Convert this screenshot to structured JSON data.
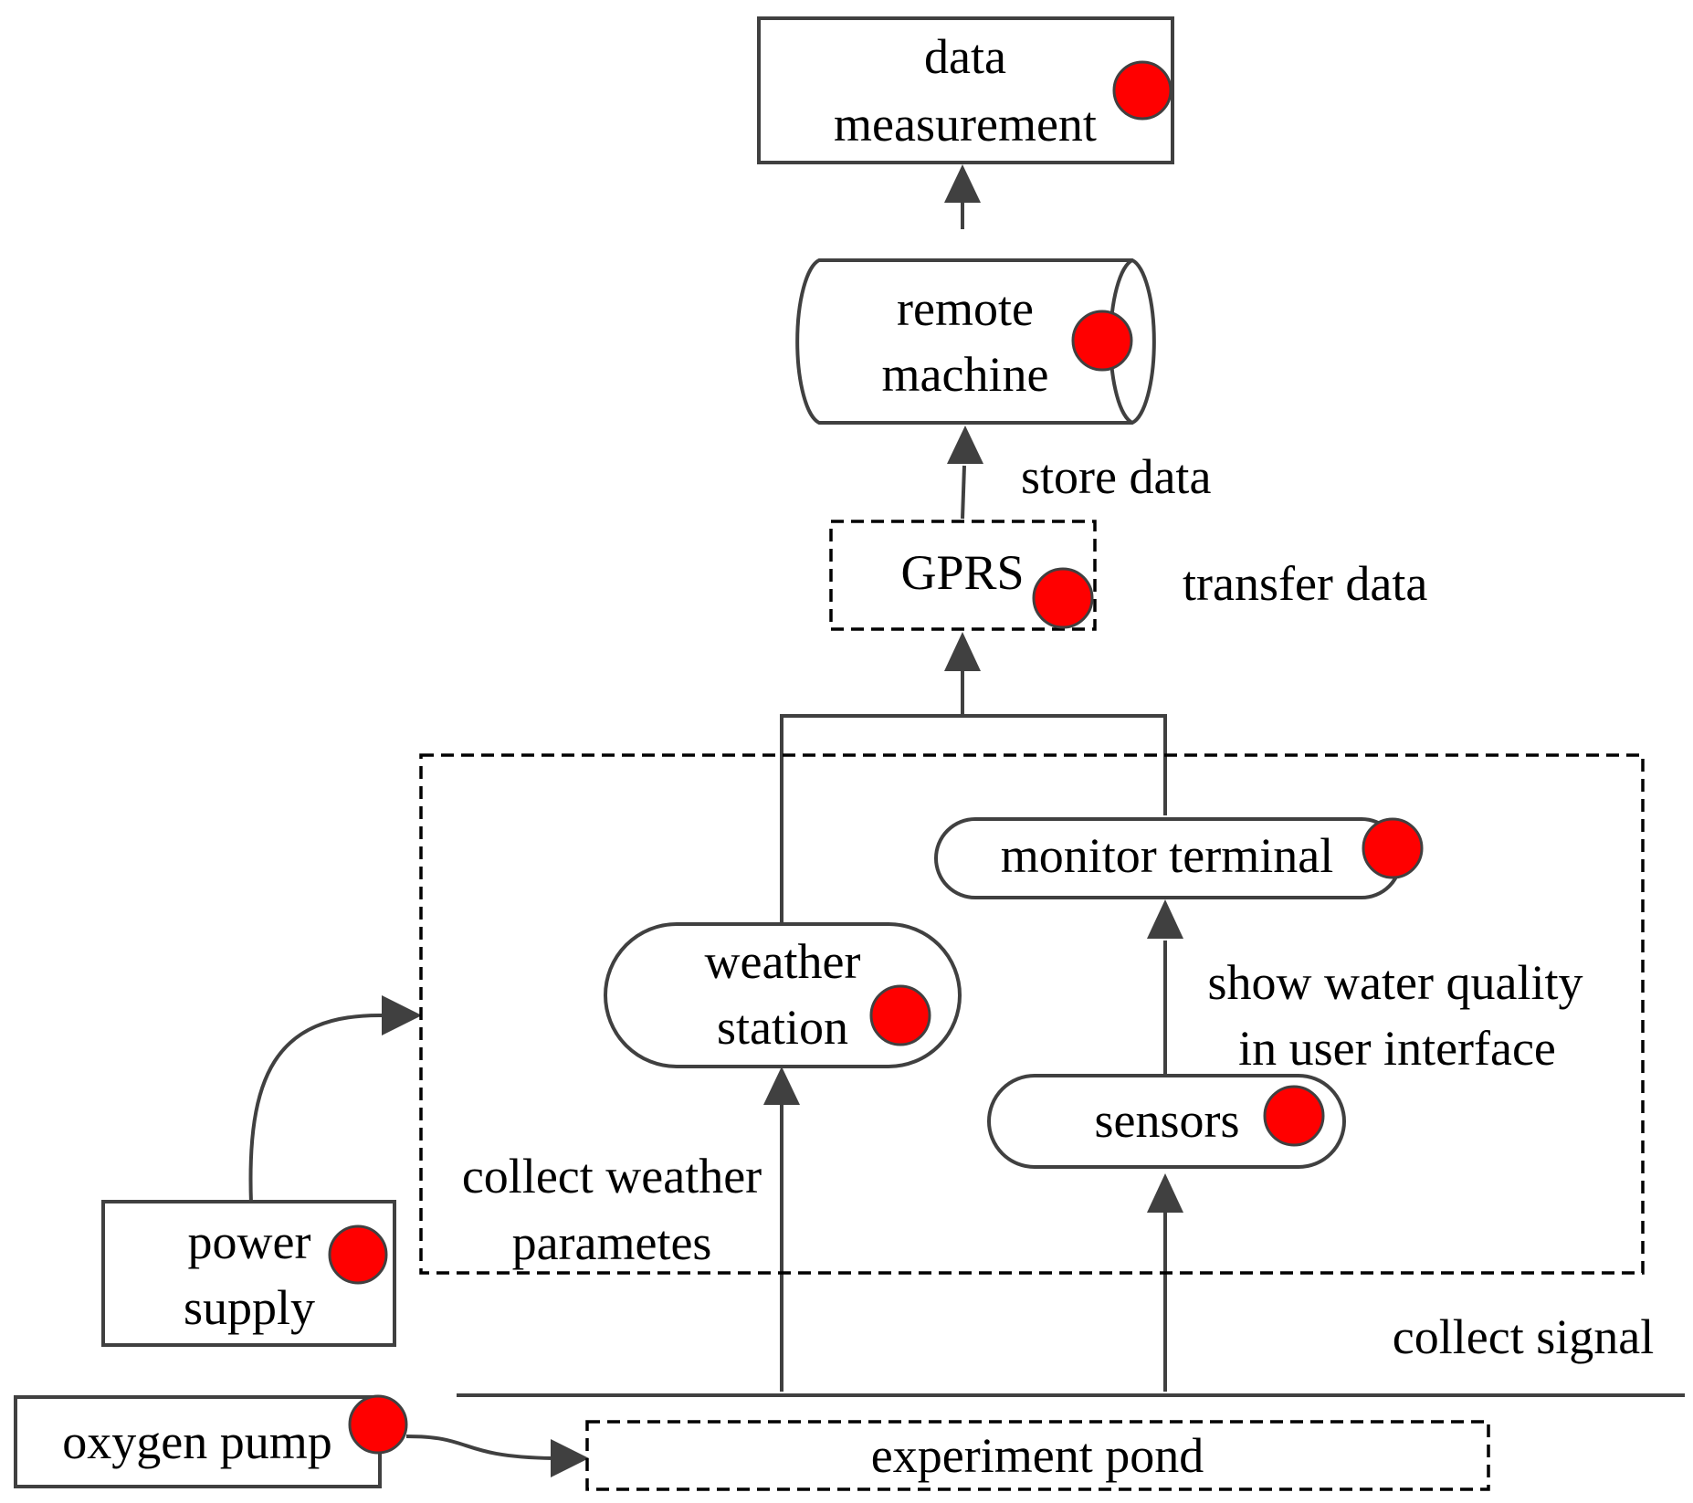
{
  "nodes": {
    "data_measurement": {
      "lines": [
        "data",
        "measurement"
      ]
    },
    "remote_machine": {
      "lines": [
        "remote",
        "machine"
      ]
    },
    "gprs": {
      "label": "GPRS"
    },
    "monitor_terminal": {
      "label": "monitor terminal"
    },
    "weather_station": {
      "lines": [
        "weather",
        "station"
      ]
    },
    "sensors": {
      "label": "sensors"
    },
    "power_supply": {
      "lines": [
        "power",
        "supply"
      ]
    },
    "oxygen_pump": {
      "label": "oxygen pump"
    },
    "experiment_pond": {
      "label": "experiment pond"
    }
  },
  "annotations": {
    "store_data": "store data",
    "transfer_data": "transfer data",
    "show_water_quality": [
      "show water quality",
      "in user interface"
    ],
    "collect_weather": [
      "collect weather",
      "parametes"
    ],
    "collect_signal": "collect signal"
  },
  "colors": {
    "stroke": "#404040",
    "marker": "#ff0000",
    "text": "#000000"
  }
}
